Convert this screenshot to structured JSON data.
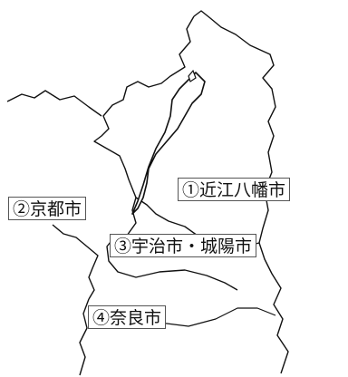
{
  "map": {
    "colors": {
      "background": "#ffffff",
      "boundary": "#111111",
      "label_border": "#555555"
    },
    "labels": {
      "omi_hachiman": "①近江八幡市",
      "kyoto": "②京都市",
      "uji_joyo": "③宇治市・城陽市",
      "nara": "④奈良市"
    }
  }
}
